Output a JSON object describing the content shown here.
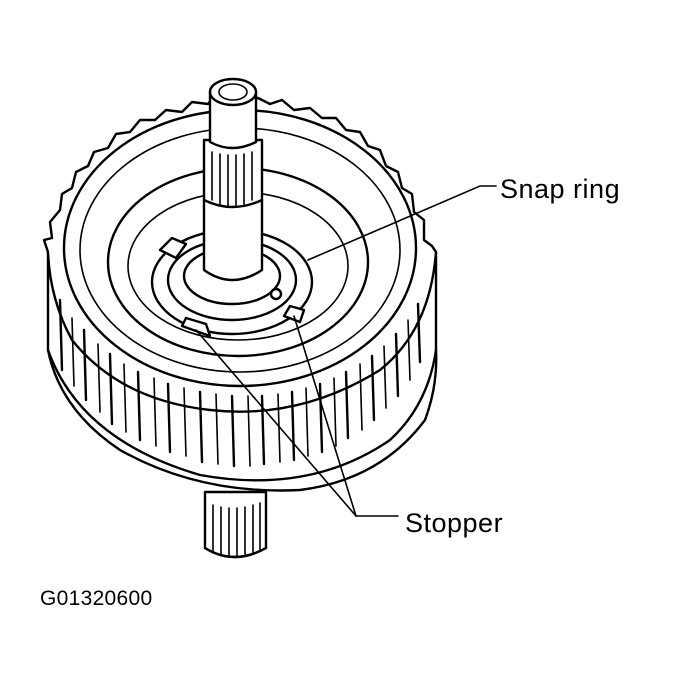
{
  "labels": {
    "snap_ring": "Snap ring",
    "stopper": "Stopper",
    "figure_id": "G01320600"
  }
}
